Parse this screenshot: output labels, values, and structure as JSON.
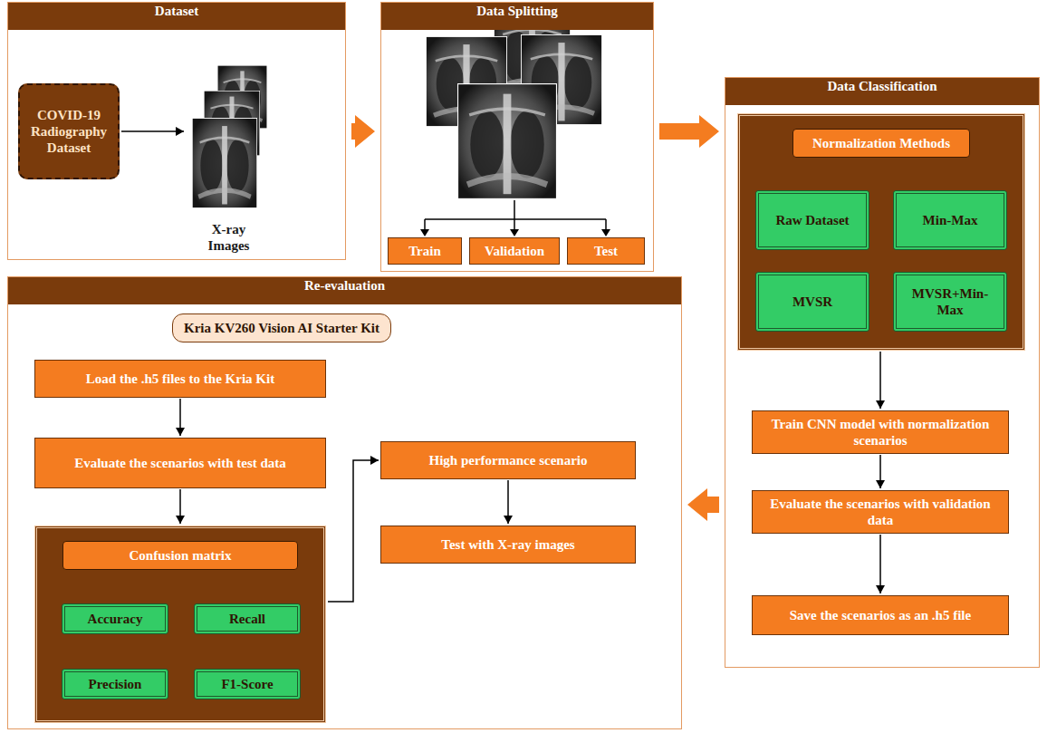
{
  "diagram": {
    "nodes": [
      {
        "text": [
          "Dataset"
        ]
      },
      {
        "text": [
          "COVID-19 Radiography Dataset"
        ],
        "in": 0
      },
      {
        "text": [
          "X-ray Images"
        ],
        "in": 0
      },
      {
        "text": [
          "Data Splitting"
        ]
      },
      {
        "text": [
          "Train"
        ],
        "in": 3
      },
      {
        "text": [
          "Validation"
        ],
        "in": 3
      },
      {
        "text": [
          "Test"
        ],
        "in": 3
      },
      {
        "text": [
          "Data Classification"
        ]
      },
      {
        "text": [
          "Normalization Methods"
        ],
        "in": 7
      },
      {
        "text": [
          "Raw Dataset"
        ],
        "in": 8
      },
      {
        "text": [
          "Min-Max"
        ],
        "in": 8
      },
      {
        "text": [
          "MVSR"
        ],
        "in": 8
      },
      {
        "text": [
          "MVSR+Min-Max"
        ],
        "in": 8
      },
      {
        "text": [
          "Train CNN model with normalization scenarios"
        ],
        "in": 7
      },
      {
        "text": [
          "Evaluate the scenarios with validation data"
        ],
        "in": 7
      },
      {
        "text": [
          "Save the scenarios as an .h5 file"
        ],
        "in": 7
      },
      {
        "text": [
          "Re-evaluation"
        ]
      },
      {
        "text": [
          "Kria KV260 Vision AI Starter Kit"
        ],
        "in": 16
      },
      {
        "text": [
          "Load the .h5 files to the Kria Kit"
        ],
        "in": 16
      },
      {
        "text": [
          "Evaluate the scenarios with test data"
        ],
        "in": 16
      },
      {
        "text": [
          "Confusion matrix"
        ],
        "in": 16
      },
      {
        "text": [
          "Accuracy"
        ],
        "in": 20
      },
      {
        "text": [
          "Recall"
        ],
        "in": 20
      },
      {
        "text": [
          "Precision"
        ],
        "in": 20
      },
      {
        "text": [
          "F1-Score"
        ],
        "in": 20
      },
      {
        "text": [
          "High performance scenario"
        ],
        "in": 16
      },
      {
        "text": [
          "Test with X-ray images"
        ],
        "in": 16
      }
    ],
    "edges": [
      {
        "from": 1,
        "to": 2,
        "arrow": "to"
      },
      {
        "from": 0,
        "to": 3,
        "arrow": "to"
      },
      {
        "from": 3,
        "to": 7,
        "arrow": "to"
      },
      {
        "from": 8,
        "to": 13,
        "arrow": "to"
      },
      {
        "from": 13,
        "to": 14,
        "arrow": "to"
      },
      {
        "from": 14,
        "to": 15,
        "arrow": "to"
      },
      {
        "from": 7,
        "to": 16,
        "arrow": "to"
      },
      {
        "from": 18,
        "to": 19,
        "arrow": "to"
      },
      {
        "from": 19,
        "to": 20,
        "arrow": "to"
      },
      {
        "from": 20,
        "to": 25,
        "arrow": "to"
      },
      {
        "from": 25,
        "to": 26,
        "arrow": "to"
      }
    ]
  }
}
